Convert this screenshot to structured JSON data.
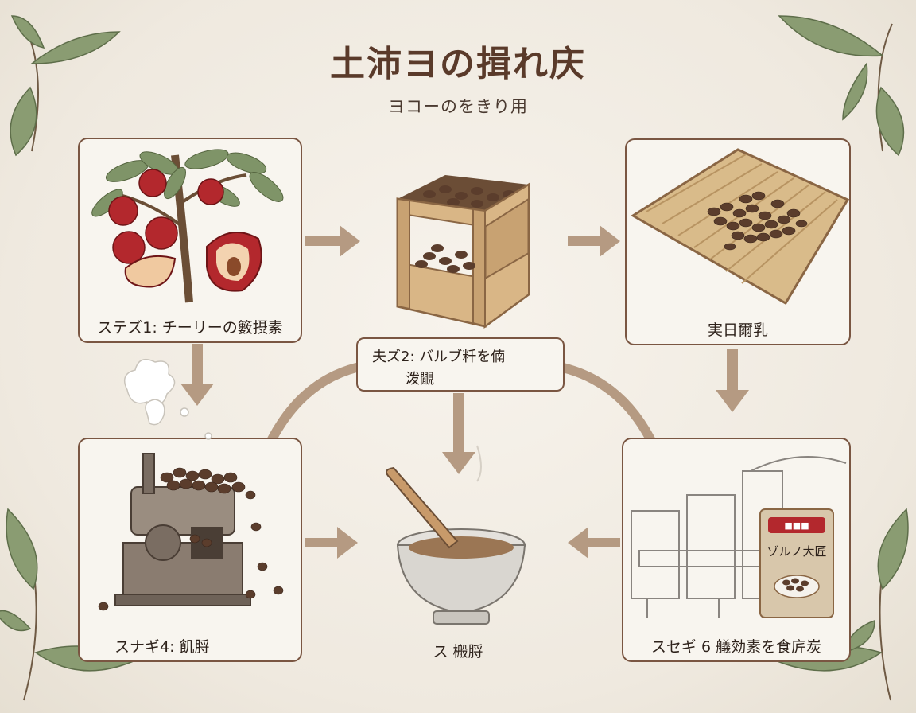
{
  "diagram": {
    "title": "土沛ヨの揖れ庆",
    "subtitle": "ヨコーのをきり用",
    "steps": [
      {
        "label": "ステズ1: チーリーの籔摂素"
      },
      {
        "label_line1": "夫ズ2: バルブ粁を㑲",
        "label_line2": "泼覵"
      },
      {
        "label": "実日爾乳"
      },
      {
        "label": "スナギ4: 飢脟"
      },
      {
        "label": "ス 㮽脟"
      },
      {
        "label": "スセギ 6 艤効素を食庍炭"
      }
    ],
    "package": {
      "badge": "■■■",
      "text": "ゾルノ大匠"
    },
    "colors": {
      "border": "#7a5642",
      "arrow": "#b59a82",
      "leaf": "#7f9468",
      "cherry": "#b3282d",
      "bean": "#5b3d2c",
      "wood": "#c8a272"
    }
  }
}
